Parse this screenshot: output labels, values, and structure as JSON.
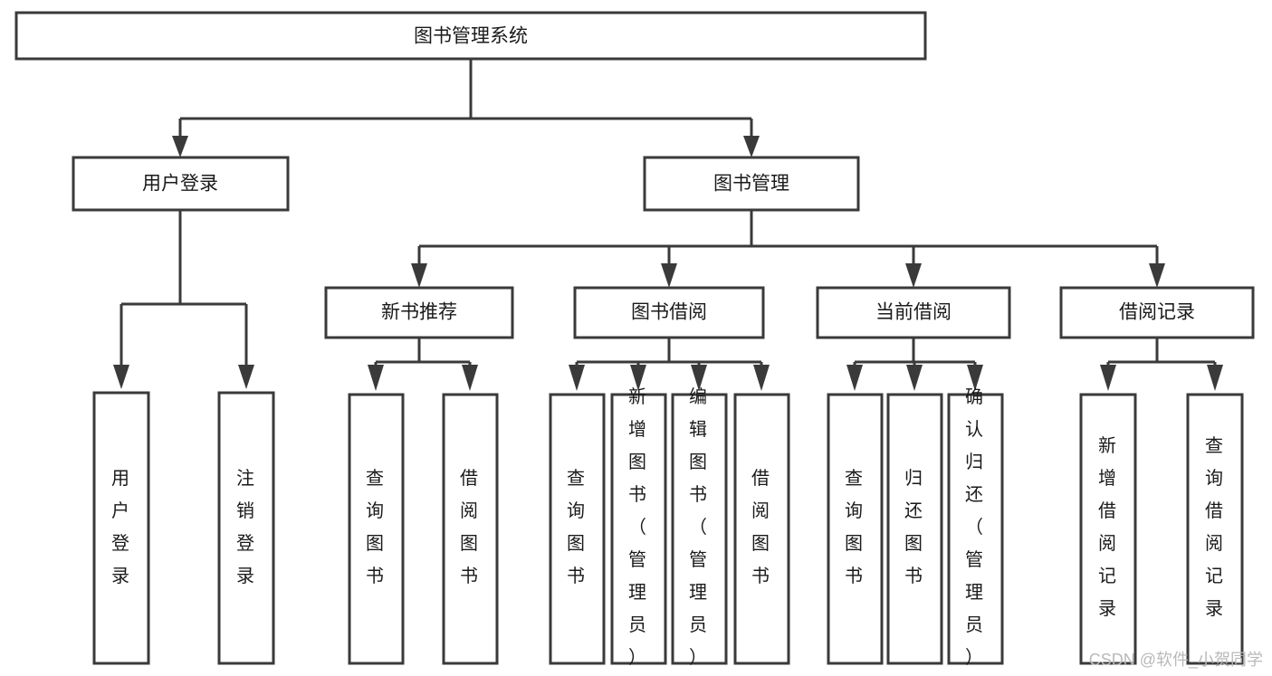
{
  "diagram": {
    "type": "tree-hierarchy",
    "title": "图书管理系统",
    "watermark": "CSDN @软件_小贺同学",
    "colors": {
      "stroke": "#3a3a3a",
      "box_fill": "#ffffff",
      "text": "#1a1a1a",
      "background": "#ffffff",
      "watermark": "#b9b9b9"
    },
    "levels": [
      {
        "level": 1,
        "nodes": [
          {
            "id": "root",
            "label": "图书管理系统",
            "orientation": "horizontal"
          }
        ]
      },
      {
        "level": 2,
        "nodes": [
          {
            "id": "login",
            "label": "用户登录",
            "orientation": "horizontal",
            "parent": "root"
          },
          {
            "id": "bookmgmt",
            "label": "图书管理",
            "orientation": "horizontal",
            "parent": "root"
          }
        ]
      },
      {
        "level": 3,
        "nodes": [
          {
            "id": "newbook",
            "label": "新书推荐",
            "orientation": "horizontal",
            "parent": "bookmgmt"
          },
          {
            "id": "borrow",
            "label": "图书借阅",
            "orientation": "horizontal",
            "parent": "bookmgmt"
          },
          {
            "id": "current",
            "label": "当前借阅",
            "orientation": "horizontal",
            "parent": "bookmgmt"
          },
          {
            "id": "records",
            "label": "借阅记录",
            "orientation": "horizontal",
            "parent": "bookmgmt"
          }
        ]
      },
      {
        "level": 4,
        "nodes": [
          {
            "id": "leaf-1",
            "label": "用户登录",
            "orientation": "vertical",
            "parent": "login"
          },
          {
            "id": "leaf-2",
            "label": "注销登录",
            "orientation": "vertical",
            "parent": "login"
          },
          {
            "id": "leaf-3",
            "label": "查询图书",
            "orientation": "vertical",
            "parent": "newbook"
          },
          {
            "id": "leaf-4",
            "label": "借阅图书",
            "orientation": "vertical",
            "parent": "newbook"
          },
          {
            "id": "leaf-5",
            "label": "查询图书",
            "orientation": "vertical",
            "parent": "borrow"
          },
          {
            "id": "leaf-6",
            "label": "新增图书（管理员）",
            "orientation": "vertical",
            "parent": "borrow"
          },
          {
            "id": "leaf-7",
            "label": "编辑图书（管理员）",
            "orientation": "vertical",
            "parent": "borrow"
          },
          {
            "id": "leaf-8",
            "label": "借阅图书",
            "orientation": "vertical",
            "parent": "borrow"
          },
          {
            "id": "leaf-9",
            "label": "查询图书",
            "orientation": "vertical",
            "parent": "current"
          },
          {
            "id": "leaf-10",
            "label": "归还图书",
            "orientation": "vertical",
            "parent": "current"
          },
          {
            "id": "leaf-11",
            "label": "确认归还（管理员）",
            "orientation": "vertical",
            "parent": "current"
          },
          {
            "id": "leaf-12",
            "label": "新增借阅记录",
            "orientation": "vertical",
            "parent": "records"
          },
          {
            "id": "leaf-13",
            "label": "查询借阅记录",
            "orientation": "vertical",
            "parent": "records"
          }
        ]
      }
    ]
  }
}
